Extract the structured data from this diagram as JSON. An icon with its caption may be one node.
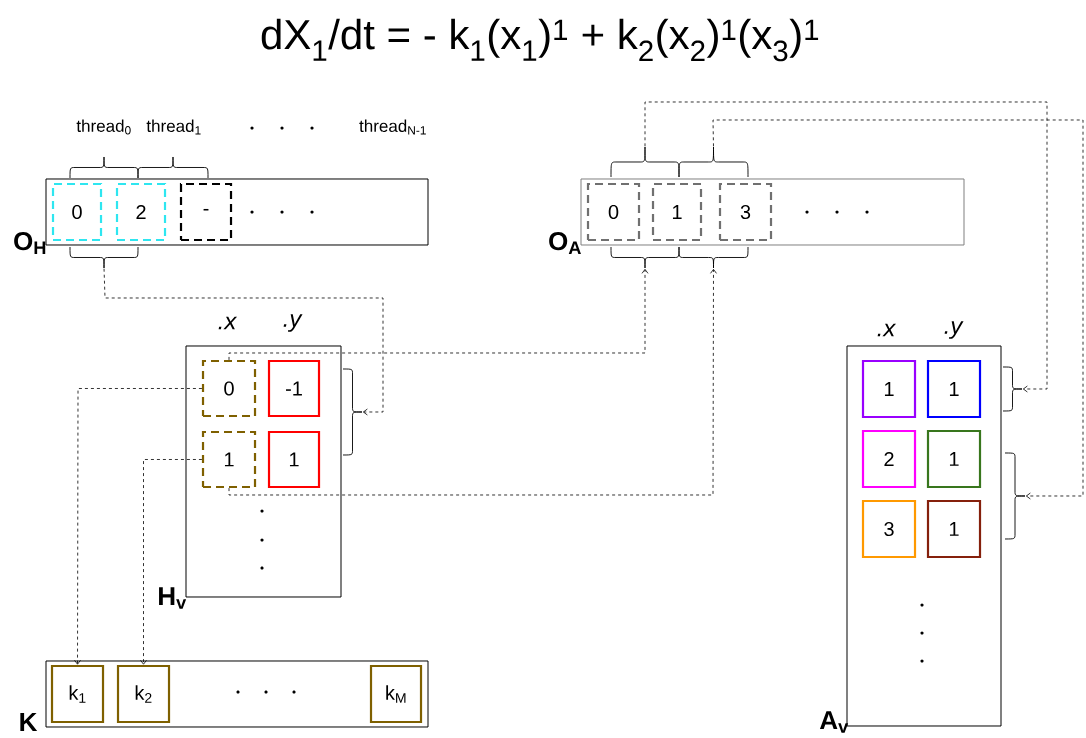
{
  "diagram": {
    "title": "dX$_{1}$/dt = - k$_{1}$(x$_{1}$)$^{1}$ + k$_{2}$(x$_{2}$)$^{1}$(x$_{3}$)$^{1}$",
    "nodes": [
      {
        "text": [
          "O$_{H}$"
        ]
      },
      {
        "text": [
          "0"
        ],
        "in": 0
      },
      {
        "text": [
          "2"
        ],
        "in": 0
      },
      {
        "text": [
          "-"
        ],
        "in": 0
      },
      {
        "text": [],
        "shape": "brace"
      },
      {
        "text": [
          "O$_{A}$"
        ]
      },
      {
        "text": [
          "0"
        ],
        "in": 5
      },
      {
        "text": [
          "1"
        ],
        "in": 5
      },
      {
        "text": [
          "3"
        ],
        "in": 5
      },
      {
        "text": [],
        "shape": "brace"
      },
      {
        "text": [],
        "shape": "brace"
      },
      {
        "text": [],
        "shape": "brace"
      },
      {
        "text": [],
        "shape": "brace"
      },
      {
        "text": [
          "H$_{v}$"
        ]
      },
      {
        "text": [
          "0"
        ],
        "in": 13
      },
      {
        "text": [
          "-1"
        ],
        "in": 13
      },
      {
        "text": [
          "1"
        ],
        "in": 13
      },
      {
        "text": [
          "1"
        ],
        "in": 13
      },
      {
        "text": [],
        "shape": "brace"
      },
      {
        "text": [
          "A$_{v}$"
        ]
      },
      {
        "text": [
          "1"
        ],
        "in": 19
      },
      {
        "text": [
          "1"
        ],
        "in": 19
      },
      {
        "text": [
          "2"
        ],
        "in": 19
      },
      {
        "text": [
          "1"
        ],
        "in": 19
      },
      {
        "text": [
          "3"
        ],
        "in": 19
      },
      {
        "text": [
          "1"
        ],
        "in": 19
      },
      {
        "text": [],
        "shape": "brace"
      },
      {
        "text": [],
        "shape": "brace"
      },
      {
        "text": [
          "K"
        ]
      },
      {
        "text": [
          "k$_{1}$"
        ],
        "in": 28
      },
      {
        "text": [
          "k$_{2}$"
        ],
        "in": 28
      },
      {
        "text": [
          "k$_{M}$"
        ],
        "in": 28
      }
    ],
    "edges": [
      {
        "from": 4,
        "to": 18,
        "arrow": "to",
        "style": "dashed"
      },
      {
        "from": 14,
        "to": 11,
        "arrow": "to",
        "style": "dashed"
      },
      {
        "from": 16,
        "to": 12,
        "arrow": "to",
        "style": "dashed"
      },
      {
        "from": 14,
        "to": 29,
        "arrow": "to",
        "style": "dashed"
      },
      {
        "from": 16,
        "to": 30,
        "arrow": "to",
        "style": "dashed"
      },
      {
        "from": 9,
        "to": 26,
        "arrow": "to",
        "style": "dashed"
      },
      {
        "from": 10,
        "to": 27,
        "arrow": "to",
        "style": "dashed"
      }
    ],
    "labels": [
      "thread$_{0}$",
      "thread$_{1}$",
      "thread$_{N-1}$",
      ".x",
      ".y",
      ".x",
      ".y"
    ]
  }
}
